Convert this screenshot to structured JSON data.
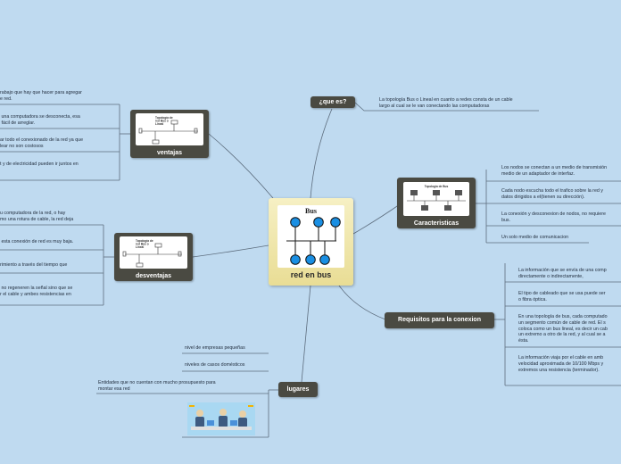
{
  "center": {
    "title": "red en bus",
    "image_caption": "Bus"
  },
  "que_es": {
    "label": "¿que es?",
    "items": [
      "La topología Bus o Lineal en cuanto a redes consta de un cable\nlargo al cual se le van conectando las computadoras"
    ]
  },
  "caracteristicas": {
    "label": "Caracteristicas",
    "thumb_caption": "Topología de Bus",
    "items": [
      "Los nodos se conectan a un medio de transmisión\nmedio de un adaptador de interfaz.",
      "Cada nodo escucha todo el trafico sobre la red y\ndatos dirigidos a el(tienen su dirección).",
      "La conexión y desconexion de nodos, no requiere\nbus.",
      "Un solo medio de comunicacion"
    ]
  },
  "requisitos": {
    "label": "Requisitos para la conexion",
    "items": [
      "La información que se envía de una comp\ndirectamente o indirectamente,",
      "El tipo de cableado que se usa puede ser\no fibra óptica.",
      "En una topología de bus, cada computado\nun segmento común de cable de red. El s\ncoloca como un bus lineal, es decir un cab\nun extremo a otro de la red, y al cual se a\nésta.",
      "La información viaja por el cable en amb\nvelocidad aproximada de 10/100 Mbps y\nextremos una resistencia (terminador)."
    ]
  },
  "lugares": {
    "label": "lugares",
    "items": [
      "nivel de empresas pequeñas",
      "niveles de casos domésticos",
      "Entidades que no cuentan con mucho prosupuesto para\nmontar esa red"
    ]
  },
  "ventajas": {
    "label": "ventajas",
    "thumb_caption": "Topología de\nred Bus o\nLineal",
    "items": [
      "rabajo que hay que hacer para agregar\ne red.",
      " una computadora se desconecta, esa\n fácil de arreglar.",
      "ar todo el conexionado de la red ya que\nlear no son costosos",
      "t y de electricidad pueden ir juntos en"
    ]
  },
  "desventajas": {
    "label": "desventajas",
    "thumb_caption": "Topología de\nred Bus o\nLineal",
    "items": [
      "u computadora de la red, o hay\nmo una rotura de cable, la red deja",
      " esta conexión de red es muy baja.",
      "rimiento a través del tiempo que",
      " no regeneren la señal sino que se\nr el cable y ambes resistencias en"
    ]
  },
  "colors": {
    "background": "#bfdaf0",
    "node_dark": "#4a4a42",
    "center_fill": "#ede3a6",
    "line": "#5d6d7e",
    "bus_node_fill": "#1a8fe3"
  },
  "icons": [
    "bus-topology-diagram",
    "network-topology-thumbnail",
    "office-people-image"
  ]
}
